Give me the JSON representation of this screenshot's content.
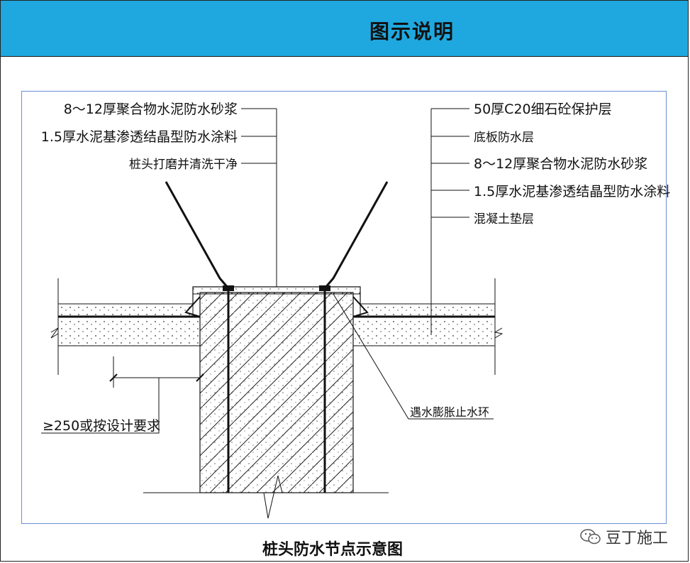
{
  "header": {
    "title": "图示说明"
  },
  "caption": "桩头防水节点示意图",
  "watermark": {
    "text": "豆丁施工"
  },
  "labels_left": [
    "8～12厚聚合物水泥防水砂浆",
    "1.5厚水泥基渗透结晶型防水涂料",
    "桩头打磨并清洗干净"
  ],
  "labels_right": [
    "50厚C20细石砼保护层",
    "底板防水层",
    "8～12厚聚合物水泥防水砂浆",
    "1.5厚水泥基渗透结晶型防水涂料",
    "混凝土垫层"
  ],
  "label_waterstop": "遇水膨胀止水环",
  "label_dimension": "≥250或按设计要求",
  "colors": {
    "header_bg": "#1fa8df",
    "border": "#6a8fd6",
    "line": "#111111"
  }
}
